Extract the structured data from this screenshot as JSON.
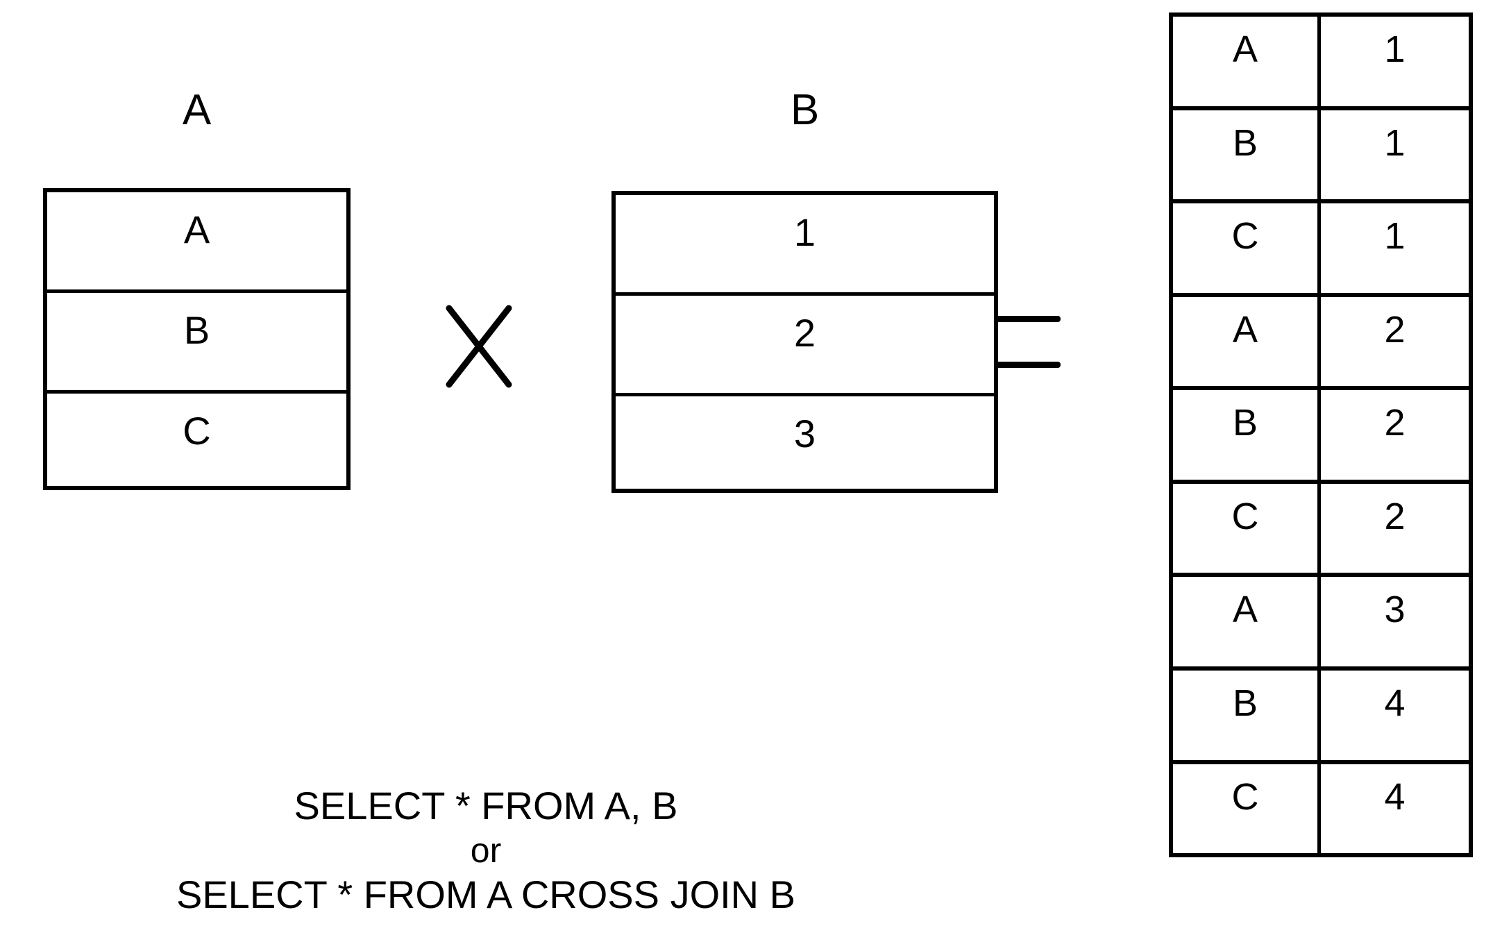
{
  "diagram": {
    "title": "SQL CROSS JOIN illustration",
    "stroke_color": "#000000",
    "background_color": "#ffffff"
  },
  "left_operand": {
    "name": "table-a",
    "title": "A",
    "rows": [
      "A",
      "B",
      "C"
    ]
  },
  "cross_operator": {
    "name": "cross-product-operator",
    "symbol": "×"
  },
  "right_operand": {
    "name": "table-b",
    "title": "B",
    "rows": [
      "1",
      "2",
      "3"
    ]
  },
  "equals_operator": {
    "name": "equals-operator",
    "symbol": "="
  },
  "result_table": {
    "name": "result-table",
    "columns": 2,
    "rows": [
      {
        "left": "A",
        "right": "1"
      },
      {
        "left": "B",
        "right": "1"
      },
      {
        "left": "C",
        "right": "1"
      },
      {
        "left": "A",
        "right": "2"
      },
      {
        "left": "B",
        "right": "2"
      },
      {
        "left": "C",
        "right": "2"
      },
      {
        "left": "A",
        "right": "3"
      },
      {
        "left": "B",
        "right": "4"
      },
      {
        "left": "C",
        "right": "4"
      }
    ]
  },
  "sql_caption": {
    "line1": "SELECT * FROM A, B",
    "conjunction": "or",
    "line2": "SELECT * FROM A CROSS JOIN B"
  }
}
